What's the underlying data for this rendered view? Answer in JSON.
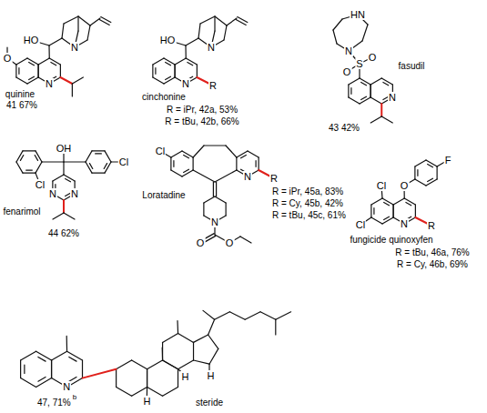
{
  "diagram": {
    "labels": [
      "HO",
      "N",
      "O",
      "N",
      "quinine",
      "41 67%",
      "HO",
      "N",
      "N",
      "R",
      "cinchonine",
      "R = iPr, 42a, 53%",
      "R = tBu, 42b, 66%",
      "HN",
      "N",
      "S",
      "O",
      "O",
      "N",
      "fasudil",
      "43 42%",
      "OH",
      "Cl",
      "Cl",
      "N",
      "N",
      "fenarimol",
      "44 62%",
      "Cl",
      "N",
      "R",
      "Loratadine",
      "R = iPr, 45a, 83%",
      "R = Cy, 45b, 42%",
      "R = tBu, 45c, 61%",
      "N",
      "O",
      "O",
      "Cl",
      "O",
      "F",
      "Cl",
      "N",
      "R",
      "fungicide quinoxyfen",
      "R = tBu, 46a, 76%",
      "R = Cy, 46b, 69%",
      "N",
      "H",
      "H",
      "H",
      "47, 71%",
      "b",
      "steride"
    ]
  }
}
